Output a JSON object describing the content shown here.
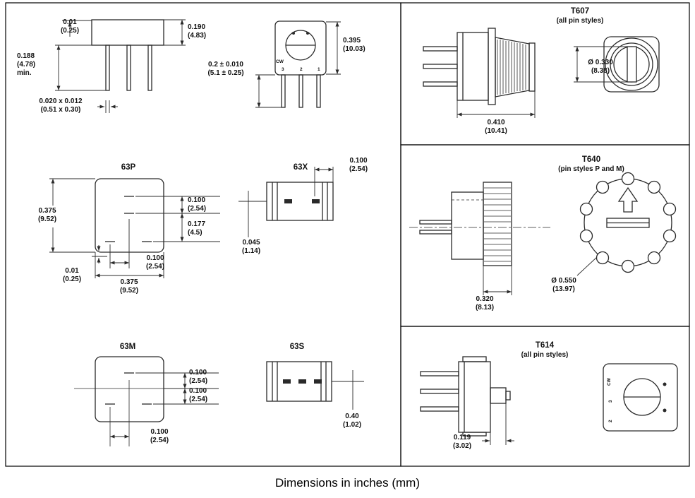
{
  "caption": "Dimensions in inches (mm)",
  "main_view": {
    "dim_standoff": "0.01\n(0.25)",
    "dim_body_height": "0.190\n(4.83)",
    "dim_pin_length": "0.188\n(4.78)\nmin.",
    "dim_pin_section": "0.020 x 0.012\n(0.51 x 0.30)",
    "dim_front_pin_length": "0.2 ± 0.010\n(5.1 ± 0.25)",
    "dim_front_height": "0.395\n(10.03)",
    "cw_label": "CW",
    "pin_labels": [
      "3",
      "2",
      "1"
    ]
  },
  "style_63p": {
    "title": "63P",
    "dim_body_width_left": "0.375\n(9.52)",
    "dim_pin_pitch_right": "0.100\n(2.54)",
    "dim_pin_offset": "0.177\n(4.5)",
    "dim_pin_pitch_bottom": "0.100\n(2.54)",
    "dim_standoff": "0.01\n(0.25)",
    "dim_body_width_bottom": "0.375\n(9.52)"
  },
  "style_63x": {
    "title": "63X",
    "dim_pin_pitch": "0.100\n(2.54)",
    "dim_pin_thickness": "0.045\n(1.14)"
  },
  "style_63m": {
    "title": "63M",
    "dim_pitch_upper": "0.100\n(2.54)",
    "dim_pitch_lower": "0.100\n(2.54)",
    "dim_pitch_bottom": "0.100\n(2.54)"
  },
  "style_63s": {
    "title": "63S",
    "dim_pin_thickness": "0.40\n(1.02)"
  },
  "style_t607": {
    "title": "T607",
    "subtitle": "(all pin styles)",
    "dim_diameter": "Ø 0.330\n(8.38)",
    "dim_length": "0.410\n(10.41)"
  },
  "style_t640": {
    "title": "T640",
    "subtitle": "(pin styles P and M)",
    "dim_diameter": "Ø 0.550\n(13.97)",
    "dim_width": "0.320\n(8.13)"
  },
  "style_t614": {
    "title": "T614",
    "subtitle": "(all pin styles)",
    "dim_tab": "0.119\n(3.02)",
    "cw_label": "CW",
    "scale_labels": [
      "3",
      "2"
    ]
  }
}
